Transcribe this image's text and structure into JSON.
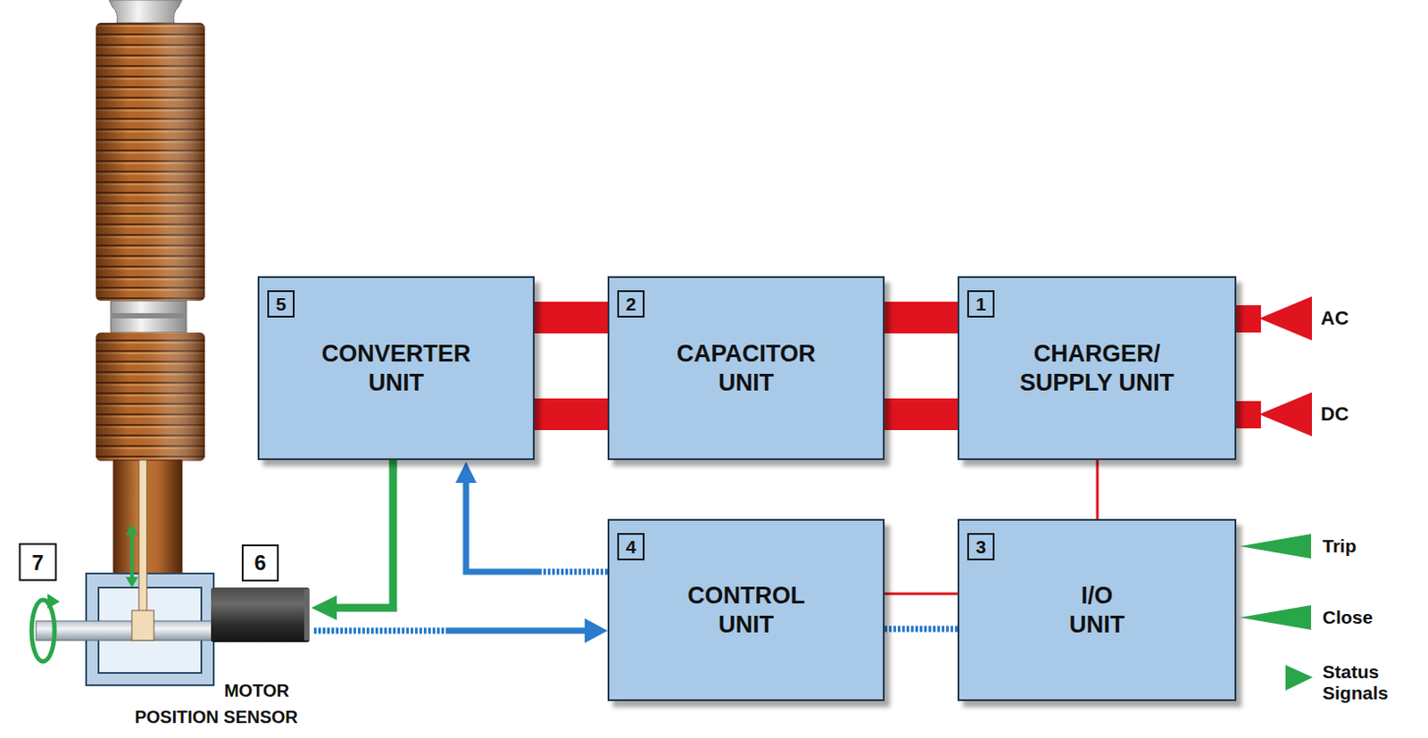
{
  "diagram": {
    "nodes": [
      {
        "text": [
          "5",
          "CONVERTER UNIT"
        ]
      },
      {
        "text": [
          "2",
          "CAPACITOR UNIT"
        ]
      },
      {
        "text": [
          "1",
          "CHARGER/ SUPPLY UNIT"
        ]
      },
      {
        "text": [
          "4",
          "CONTROL UNIT"
        ]
      },
      {
        "text": [
          "3",
          "I/O UNIT"
        ]
      }
    ],
    "edges": [
      {
        "from": 0,
        "to": 1,
        "arrow": "none"
      },
      {
        "from": 0,
        "to": 1,
        "arrow": "none"
      },
      {
        "from": 1,
        "to": 2,
        "arrow": "none"
      },
      {
        "from": 1,
        "to": 2,
        "arrow": "none"
      },
      {
        "from": 2,
        "to": 4,
        "arrow": "none"
      },
      {
        "from": 3,
        "to": 4,
        "arrow": "none"
      },
      {
        "from": 3,
        "to": 4,
        "arrow": "none"
      },
      {
        "from": 3,
        "to": 0,
        "arrow": "to"
      }
    ],
    "labels": [
      "AC",
      "DC",
      "7",
      "6",
      "Trip",
      "Close",
      "Status Signals",
      "MOTOR",
      "POSITION SENSOR"
    ]
  }
}
